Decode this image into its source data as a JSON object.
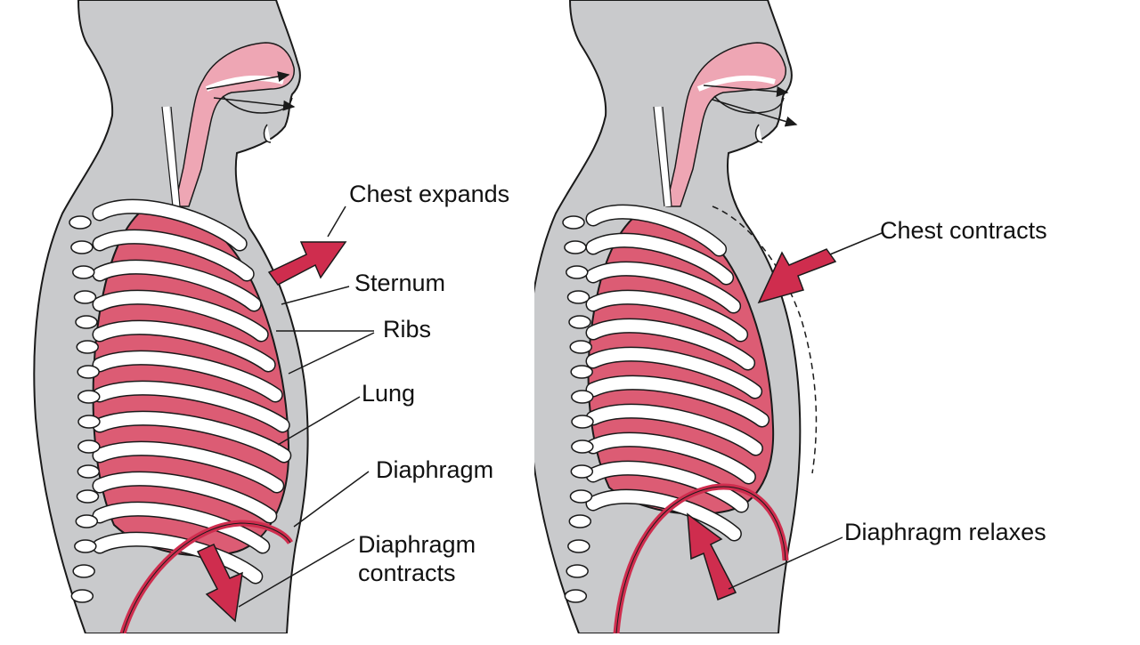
{
  "labels": {
    "chest_expands": "Chest expands",
    "sternum": "Sternum",
    "ribs": "Ribs",
    "lung": "Lung",
    "diaphragm": "Diaphragm",
    "diaphragm_contracts_1": "Diaphragm",
    "diaphragm_contracts_2": "contracts",
    "chest_contracts": "Chest contracts",
    "diaphragm_relaxes": "Diaphragm relaxes"
  },
  "colors": {
    "body": "#c9cacc",
    "outline": "#1a1a1a",
    "lung": "#dc5c74",
    "airway": "#eea6b4",
    "rib": "#ffffff",
    "arrow": "#cf2d4e"
  }
}
